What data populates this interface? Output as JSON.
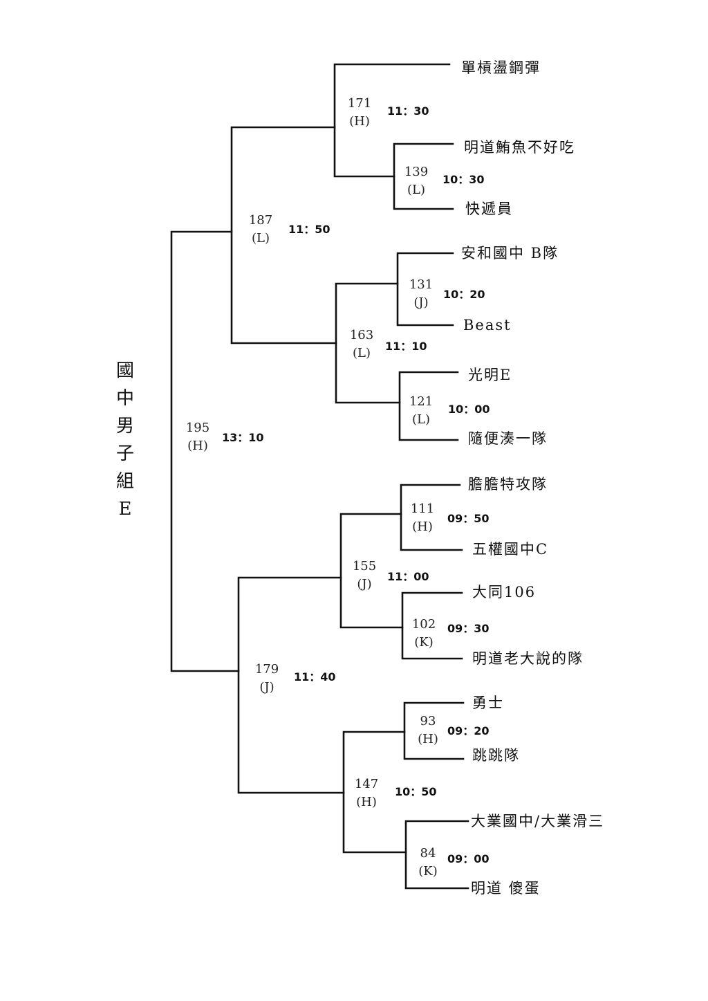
{
  "title": [
    "國",
    "中",
    "男",
    "子",
    "組",
    "E"
  ],
  "teams": [
    "單槓盪鋼彈",
    "明道鮪魚不好吃",
    "快遞員",
    "安和國中 B隊",
    "Beast",
    "光明E",
    "隨便湊一隊",
    "膽膽特攻隊",
    "五權國中C",
    "大同106",
    "明道老大說的隊",
    "勇士",
    "跳跳隊",
    "大業國中/大業滑三",
    "明道 傻蛋"
  ],
  "matches": {
    "m195": {
      "no": "195",
      "court": "(H)",
      "time": "13：10"
    },
    "m187": {
      "no": "187",
      "court": "(L)",
      "time": "11：50"
    },
    "m179": {
      "no": "179",
      "court": "(J)",
      "time": "11：40"
    },
    "m171": {
      "no": "171",
      "court": "(H)",
      "time": "11：30"
    },
    "m163": {
      "no": "163",
      "court": "(L)",
      "time": "11：10"
    },
    "m155": {
      "no": "155",
      "court": "(J)",
      "time": "11：00"
    },
    "m147": {
      "no": "147",
      "court": "(H)",
      "time": "10：50"
    },
    "m139": {
      "no": "139",
      "court": "(L)",
      "time": "10：30"
    },
    "m131": {
      "no": "131",
      "court": "(J)",
      "time": "10：20"
    },
    "m121": {
      "no": "121",
      "court": "(L)",
      "time": "10：00"
    },
    "m111": {
      "no": "111",
      "court": "(H)",
      "time": "09：50"
    },
    "m102": {
      "no": "102",
      "court": "(K)",
      "time": "09：30"
    },
    "m93": {
      "no": "93",
      "court": "(H)",
      "time": "09：20"
    },
    "m84": {
      "no": "84",
      "court": "(K)",
      "time": "09：00"
    }
  }
}
